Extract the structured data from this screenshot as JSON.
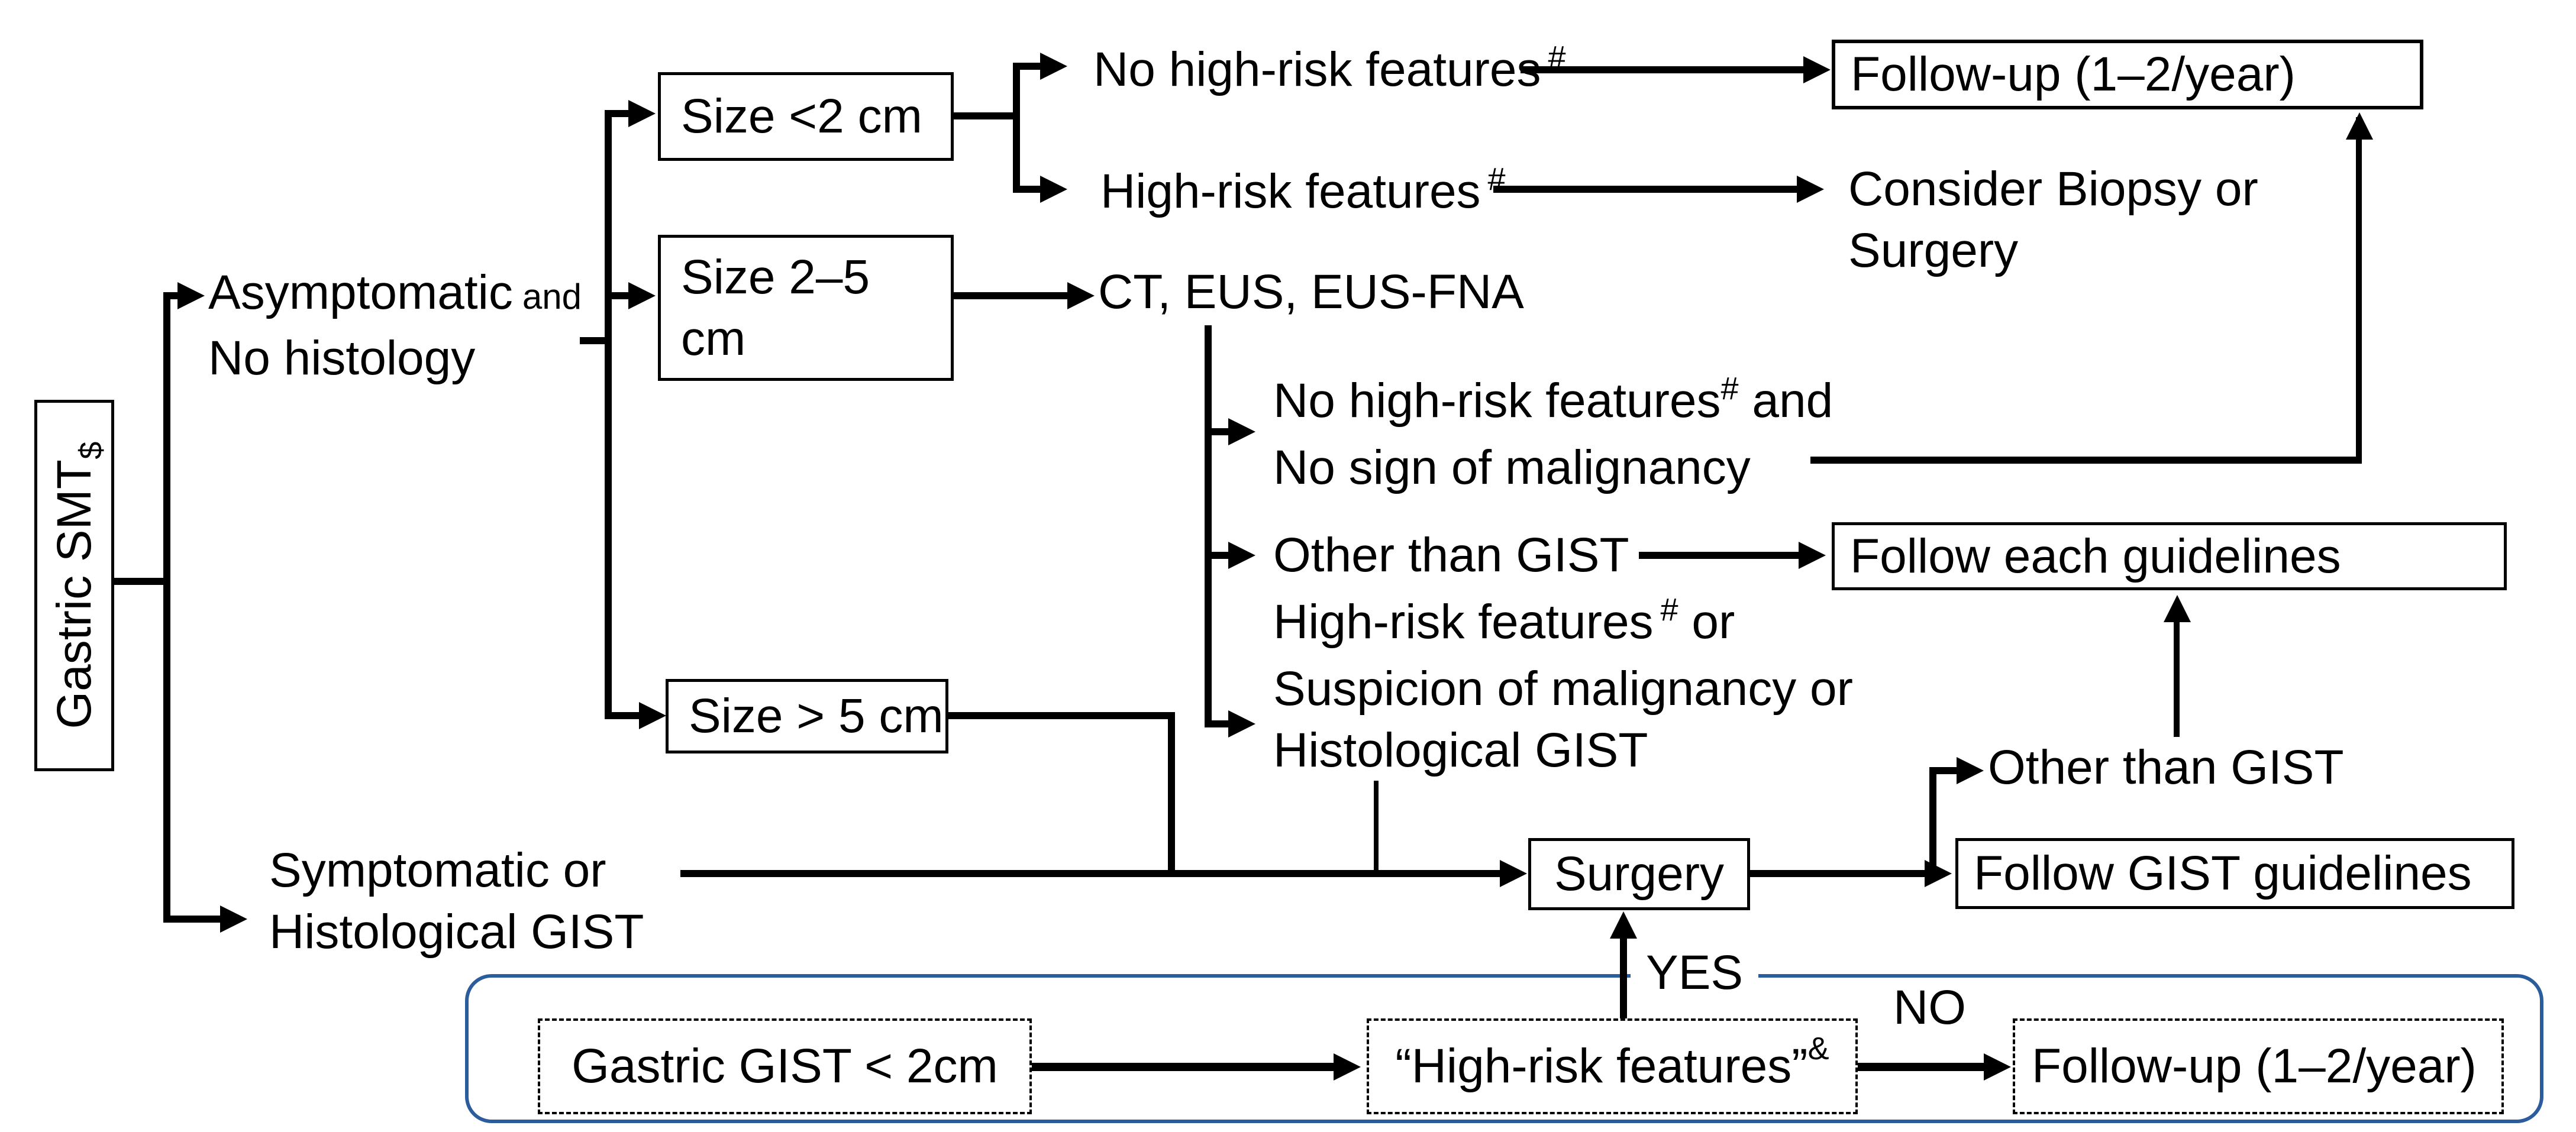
{
  "title": "Gastric SMT management flowchart",
  "colors": {
    "line": "#000000",
    "accent_border": "#2b5d9d",
    "background": "#ffffff",
    "text": "#000000"
  },
  "nodes": {
    "root": {
      "label": "Gastric SMT",
      "sup": "$"
    },
    "asymptomatic": {
      "line1": "Asymptomatic",
      "conj": "and",
      "line2": "No histology"
    },
    "symptomatic": {
      "line1": "Symptomatic or",
      "line2": "Histological GIST"
    },
    "size_lt2": {
      "label": "Size <2 cm"
    },
    "size_2_5": {
      "line1": "Size 2–5",
      "line2": "cm"
    },
    "size_gt5": {
      "label": "Size > 5 cm"
    },
    "no_high_risk_top": {
      "label": "No high-risk features",
      "sup": "#"
    },
    "high_risk_top": {
      "label": "High-risk features",
      "sup": "#"
    },
    "followup_top": {
      "label": "Follow-up (1–2/year)"
    },
    "consider_biopsy": {
      "line1": "Consider Biopsy or",
      "line2": "Surgery"
    },
    "ct_eus": {
      "label": "CT, EUS, EUS-FNA"
    },
    "no_high_risk_mid": {
      "line1": "No high-risk features",
      "sup": "#",
      "line1_tail": " and",
      "line2": "No sign of malignancy"
    },
    "other_than_gist_mid": {
      "label": "Other than GIST"
    },
    "high_risk_or": {
      "line1": "High-risk features",
      "sup": "#",
      "line1_tail": " or",
      "line2": "Suspicion of malignancy or",
      "line3": "Histological GIST"
    },
    "follow_each": {
      "label": "Follow each guidelines"
    },
    "surgery": {
      "label": "Surgery"
    },
    "other_than_gist_right": {
      "label": "Other than GIST"
    },
    "follow_gist": {
      "label": "Follow GIST guidelines"
    },
    "gist_lt2": {
      "label": "Gastric GIST < 2cm"
    },
    "high_risk_quoted": {
      "label": "“High-risk features”",
      "sup": "&"
    },
    "followup_bottom": {
      "label": "Follow-up (1–2/year)"
    },
    "yes_label": "YES",
    "no_label": "NO"
  }
}
